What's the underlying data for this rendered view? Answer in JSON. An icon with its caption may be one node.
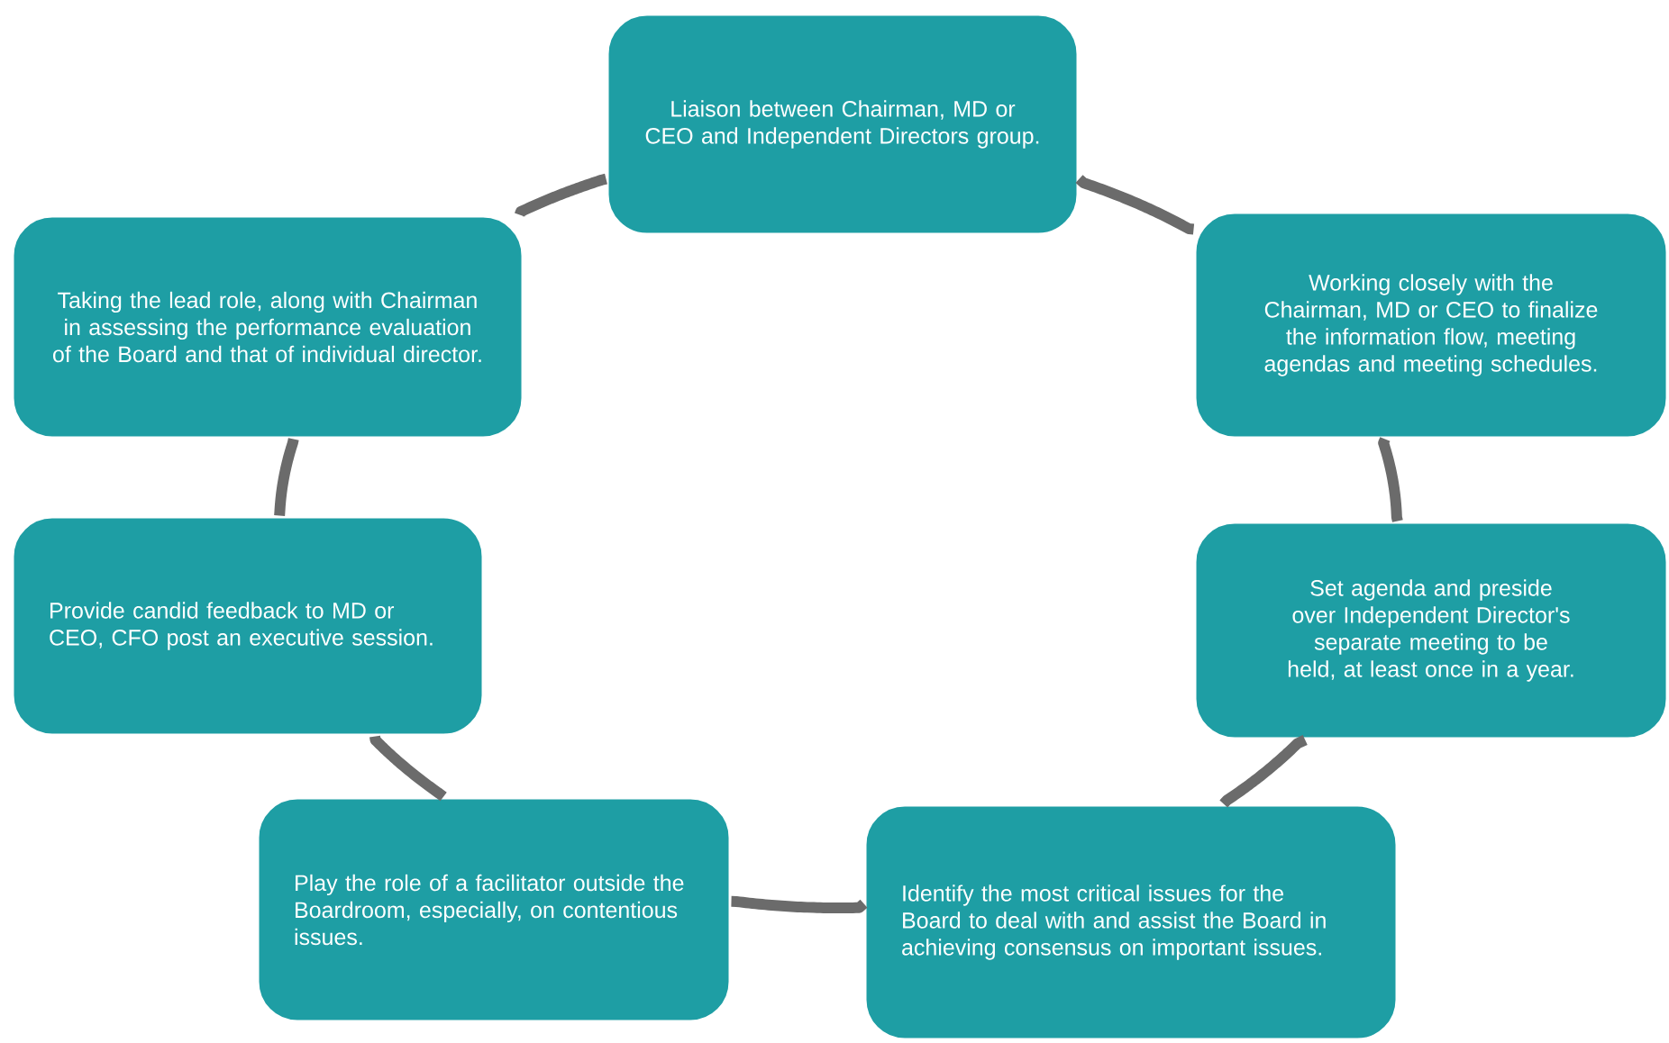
{
  "diagram": {
    "nodes": [
      {
        "text": [
          "Liaison between Chairman, MD or CEO and Independent Directors group."
        ]
      },
      {
        "text": [
          "Working closely with the Chairman, MD or CEO to finalize the information flow, meeting agendas and meeting schedules."
        ]
      },
      {
        "text": [
          "Set agenda and preside over Independent Director's separate meeting to be held, at least once in a year."
        ]
      },
      {
        "text": [
          "Identify the most critical issues for the Board to deal with and assist the Board in achieving consensus on important issues."
        ]
      },
      {
        "text": [
          "Play the role of a facilitator outside the Boardroom, especially, on contentious issues."
        ]
      },
      {
        "text": [
          "Provide candid feedback to MD or CEO, CFO post an executive session."
        ]
      },
      {
        "text": [
          "Taking the lead role, along with Chairman in assessing the performance evaluation of the Board and that of individual director."
        ]
      }
    ],
    "edges": [
      {
        "from": 0,
        "to": 1,
        "arrow": "none"
      },
      {
        "from": 1,
        "to": 2,
        "arrow": "none"
      },
      {
        "from": 2,
        "to": 3,
        "arrow": "none"
      },
      {
        "from": 3,
        "to": 4,
        "arrow": "none"
      },
      {
        "from": 4,
        "to": 5,
        "arrow": "none"
      },
      {
        "from": 5,
        "to": 6,
        "arrow": "none"
      },
      {
        "from": 6,
        "to": 0,
        "arrow": "none"
      }
    ]
  }
}
